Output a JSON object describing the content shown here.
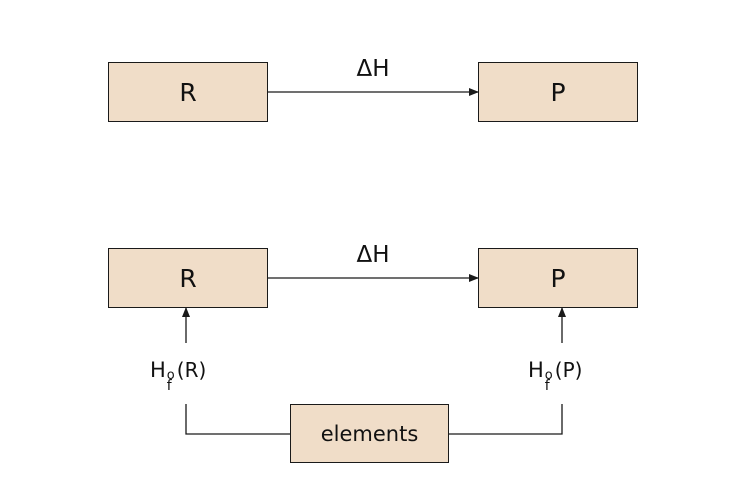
{
  "diagram_1": {
    "reactant_label": "R",
    "product_label": "P",
    "arrow_label": "ΔH"
  },
  "diagram_2": {
    "reactant_label": "R",
    "product_label": "P",
    "arrow_label": "ΔH",
    "left_formation": {
      "symbol": "H",
      "superscript": "o",
      "subscript": "f",
      "argument": "(R)"
    },
    "right_formation": {
      "symbol": "H",
      "superscript": "o",
      "subscript": "f",
      "argument": "(P)"
    },
    "elements_label": "elements"
  },
  "colors": {
    "box_fill": "#f0ddc8",
    "stroke": "#1a1a1a"
  }
}
